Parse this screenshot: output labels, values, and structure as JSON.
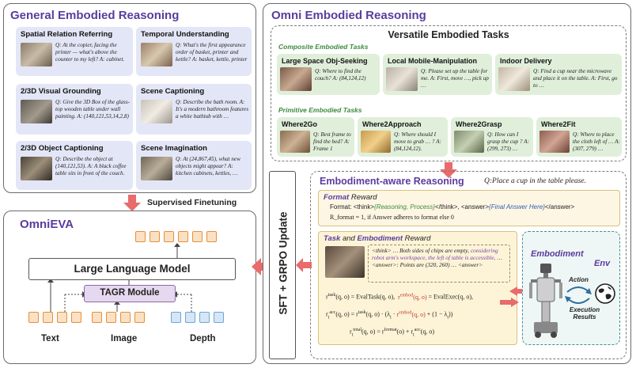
{
  "left_panel": {
    "title": "General Embodied Reasoning",
    "cards": [
      {
        "title": "Spatial Relation Referring",
        "text": "Q: At the copier, facing the printer — what's above the counter to my left? A: cabinet."
      },
      {
        "title": "Temporal Understanding",
        "text": "Q: What's the first appearance order of basket, printer and kettle? A: basket, kettle, printer"
      },
      {
        "title": "2/3D Visual Grounding",
        "text": "Q: Give the 3D Box of the glass-top wooden table under wall painting. A: (140,121,53,14,2,8)"
      },
      {
        "title": "Scene Captioning",
        "text": "Q: Describe the bath room. A: It's a modern bathroom features a white bathtub with …"
      },
      {
        "title": "2/3D Object Captioning",
        "text": "Q: Describe the object at (140,121,53). A: A black coffee table sits in front of the couch."
      },
      {
        "title": "Scene Imagination",
        "text": "Q: At (24,867,45), what new objects might appear? A: kitchen cabinets, kettles, …"
      }
    ]
  },
  "supervised_label": "Supervised Finetuning",
  "omnieva": {
    "title": "OmniEVA",
    "llm_label": "Large Language Model",
    "tagr_label": "TAGR Module",
    "inputs": [
      "Text",
      "Image",
      "Depth"
    ]
  },
  "right_panel": {
    "title": "Omni Embodied Reasoning",
    "versatile_title": "Versatile Embodied Tasks",
    "composite_label": "Composite Embodied Tasks",
    "composite": [
      {
        "title": "Large Space Obj-Seeking",
        "text": "Q: Where to find the couch? A: (84,124,12)"
      },
      {
        "title": "Local Mobile-Manipulation",
        "text": "Q: Please set up the table for me. A: First, move …, pick up …"
      },
      {
        "title": "Indoor Delivery",
        "text": "Q: Find a cup near the microwave and place it on the table. A: First, go to …"
      }
    ],
    "primitive_label": "Primitive Embodied Tasks",
    "primitive": [
      {
        "title": "Where2Go",
        "text": "Q: Best frame to find the bed? A: Frame 1"
      },
      {
        "title": "Where2Approach",
        "text": "Q: Where should I move to grab … ? A: (84,124,12)."
      },
      {
        "title": "Where2Grasp",
        "text": "Q: How can I grasp the cup ? A: (299, 273) …"
      },
      {
        "title": "Where2Fit",
        "text": "Q: Where to place the cloth left of … A: (307, 279) …"
      }
    ]
  },
  "sft_label": "SFT + GRPO Update",
  "embodiment_aware": {
    "title": "Embodiment-aware Reasoning",
    "query": "Q:Place a cup in the table please.",
    "format_title_1": "Format",
    "format_title_2": " Reward",
    "format_line_prefix": "Format: <think>",
    "format_line_reasoning": "{Reasoning, Process}",
    "format_line_mid": "</think>,  <answer>",
    "format_line_answer": "{Final Answer Here}",
    "format_line_suffix": "</answer>",
    "format_formula": "R_format = 1, if Answer adheres to format else 0",
    "task_title_1": "Task",
    "task_title_2": " and ",
    "task_title_3": "Embodiment",
    "task_title_4": " Reward",
    "think_prefix": "<think> … Both sides of chips are empty, ",
    "think_purple": "considering robot arm's workspace, the left of table is accessible,",
    "think_suffix": " … <answer>: Points are (320, 260) … <answer>",
    "embodiment_title": "Embodiment",
    "env_label": "Env",
    "action_label": "Action",
    "execution_label": "Execution Results"
  },
  "colors": {
    "purple": "#5b3c9e",
    "card_blue": "#e3e6f6",
    "card_green": "#e0efda",
    "format_bg": "#fdf6e3",
    "task_bg": "#fdf4d8",
    "red_arrow": "#e96b6b",
    "token_orange": "#fbe1c4",
    "token_blue": "#d6e6f6",
    "tagr_purple": "#e6d8ee"
  }
}
